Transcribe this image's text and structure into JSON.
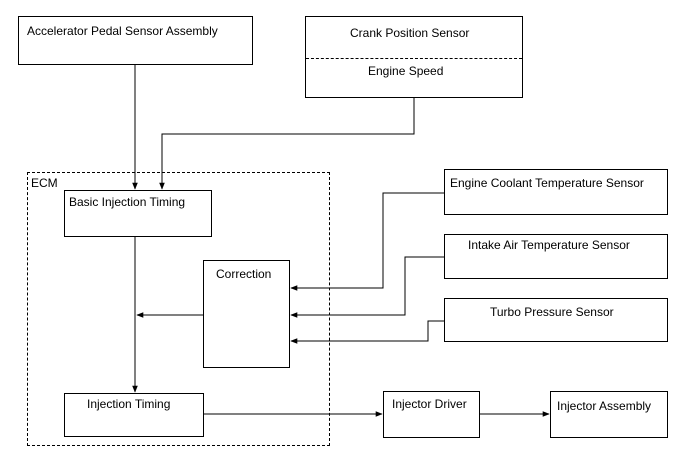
{
  "diagram": {
    "ecm_label": "ECM",
    "blocks": {
      "accelerator": "Accelerator Pedal Sensor Assembly",
      "crank_title": "Crank Position Sensor",
      "crank_sub": "Engine Speed",
      "basic_timing": "Basic Injection Timing",
      "correction": "Correction",
      "injection_timing": "Injection Timing",
      "coolant": "Engine Coolant Temperature Sensor",
      "intake_air": "Intake Air Temperature Sensor",
      "turbo": "Turbo Pressure Sensor",
      "injector_driver": "Injector Driver",
      "injector_assembly": "Injector Assembly"
    }
  }
}
